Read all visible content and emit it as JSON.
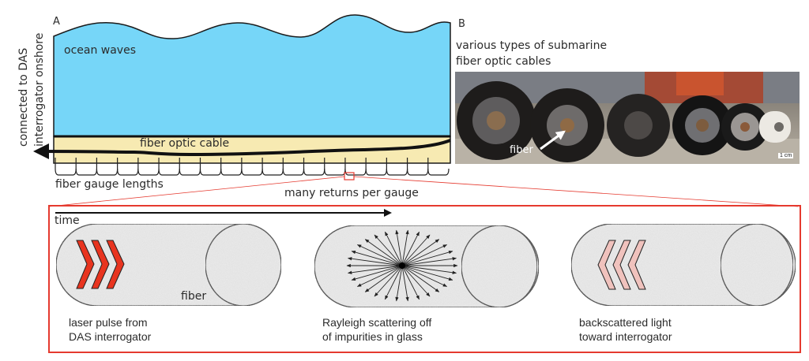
{
  "panel_a": {
    "label": "A",
    "ocean_label": "ocean waves",
    "cable_label": "fiber optic cable",
    "onshore_label_line1": "connected to DAS",
    "onshore_label_line2": "interrogator onshore",
    "gauge_label": "fiber gauge lengths",
    "returns_label": "many returns per gauge",
    "gauge_count": 19
  },
  "panel_b": {
    "label": "B",
    "title_line1": "various types of submarine",
    "title_line2": "fiber optic cables",
    "fiber_arrow_label": "fiber",
    "scale_bar": "1 cm"
  },
  "inset": {
    "time_label": "time",
    "fiber_label": "fiber",
    "steps": [
      {
        "caption_line1": "laser pulse from",
        "caption_line2": "DAS interrogator"
      },
      {
        "caption_line1": "Rayleigh scattering off",
        "caption_line2": "of impurities in glass"
      },
      {
        "caption_line1": "backscattered light",
        "caption_line2": "toward interrogator"
      }
    ]
  },
  "colors": {
    "ocean": "#76d6f8",
    "cable_bed": "#f7eab2",
    "highlight": "#e53a2f",
    "pulse": "#e8341f",
    "backscatter": "#f0c2bd",
    "fiber_fill": "#e9e9e9"
  }
}
